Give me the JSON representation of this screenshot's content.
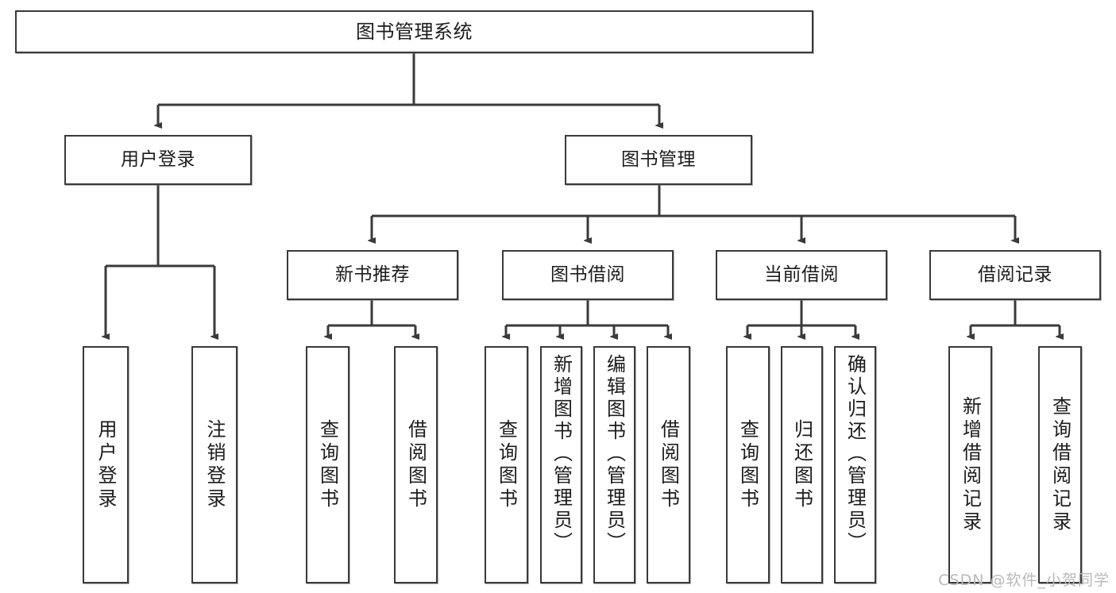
{
  "diagram": {
    "title": "图书管理系统",
    "type": "tree-hierarchy-diagram",
    "root": {
      "label": "图书管理系统"
    },
    "level1": [
      {
        "label": "用户登录"
      },
      {
        "label": "图书管理"
      }
    ],
    "level2": [
      {
        "label": "新书推荐"
      },
      {
        "label": "图书借阅"
      },
      {
        "label": "当前借阅"
      },
      {
        "label": "借阅记录"
      }
    ],
    "leaves": [
      {
        "label": "用户登录"
      },
      {
        "label": "注销登录"
      },
      {
        "label": "查询图书"
      },
      {
        "label": "借阅图书"
      },
      {
        "label": "查询图书"
      },
      {
        "label": "新增图书（管理员）"
      },
      {
        "label": "编辑图书（管理员）"
      },
      {
        "label": "借阅图书"
      },
      {
        "label": "查询图书"
      },
      {
        "label": "归还图书"
      },
      {
        "label": "确认归还（管理员）"
      },
      {
        "label": "新增借阅记录"
      },
      {
        "label": "查询借阅记录"
      }
    ]
  },
  "watermark": {
    "text": "CSDN @软件_小贺同学"
  },
  "colors": {
    "stroke": "#3a3a3a",
    "background": "#ffffff",
    "text": "#1c1c1c",
    "watermark": "#b9b9b9"
  }
}
